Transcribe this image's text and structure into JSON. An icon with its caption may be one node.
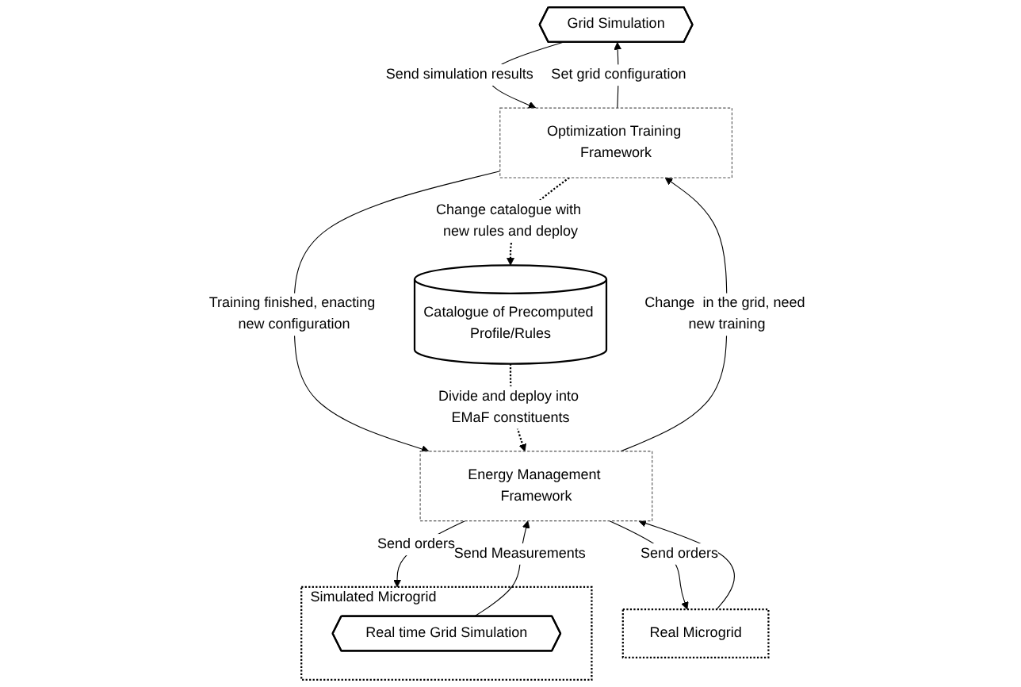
{
  "diagram": {
    "nodes": [
      {
        "text": [
          "Grid Simulation"
        ]
      },
      {
        "text": [
          "Optimization Training Framework"
        ]
      },
      {
        "text": [
          "Catalogue of Precomputed Profile/Rules"
        ]
      },
      {
        "text": [
          "Energy Management Framework"
        ]
      },
      {
        "text": [
          "Simulated Microgrid"
        ]
      },
      {
        "text": [
          "Real time Grid Simulation"
        ],
        "in": 4
      },
      {
        "text": [
          "Real Microgrid"
        ]
      }
    ],
    "edges": [
      {
        "from": 0,
        "to": 1,
        "arrow": "to",
        "label": "Send simulation results"
      },
      {
        "from": 1,
        "to": 0,
        "arrow": "to",
        "label": "Set grid configuration"
      },
      {
        "from": 1,
        "to": 2,
        "arrow": "to",
        "label": "Change catalogue with new rules and deploy",
        "style": "dashed"
      },
      {
        "from": 3,
        "to": 1,
        "arrow": "to",
        "label": "Change  in the grid, need new training"
      },
      {
        "from": 1,
        "to": 3,
        "arrow": "to",
        "label": "Training finished, enacting new configuration"
      },
      {
        "from": 2,
        "to": 3,
        "arrow": "to",
        "label": "Divide and deploy into EMaF constituents",
        "style": "dashed"
      },
      {
        "from": 3,
        "to": 4,
        "arrow": "to",
        "label": "Send orders"
      },
      {
        "from": 3,
        "to": 6,
        "arrow": "to",
        "label": "Send orders"
      },
      {
        "from": 5,
        "to": 3,
        "arrow": "to",
        "label": "Send Measurements"
      },
      {
        "from": 6,
        "to": 3,
        "arrow": "to"
      }
    ]
  }
}
